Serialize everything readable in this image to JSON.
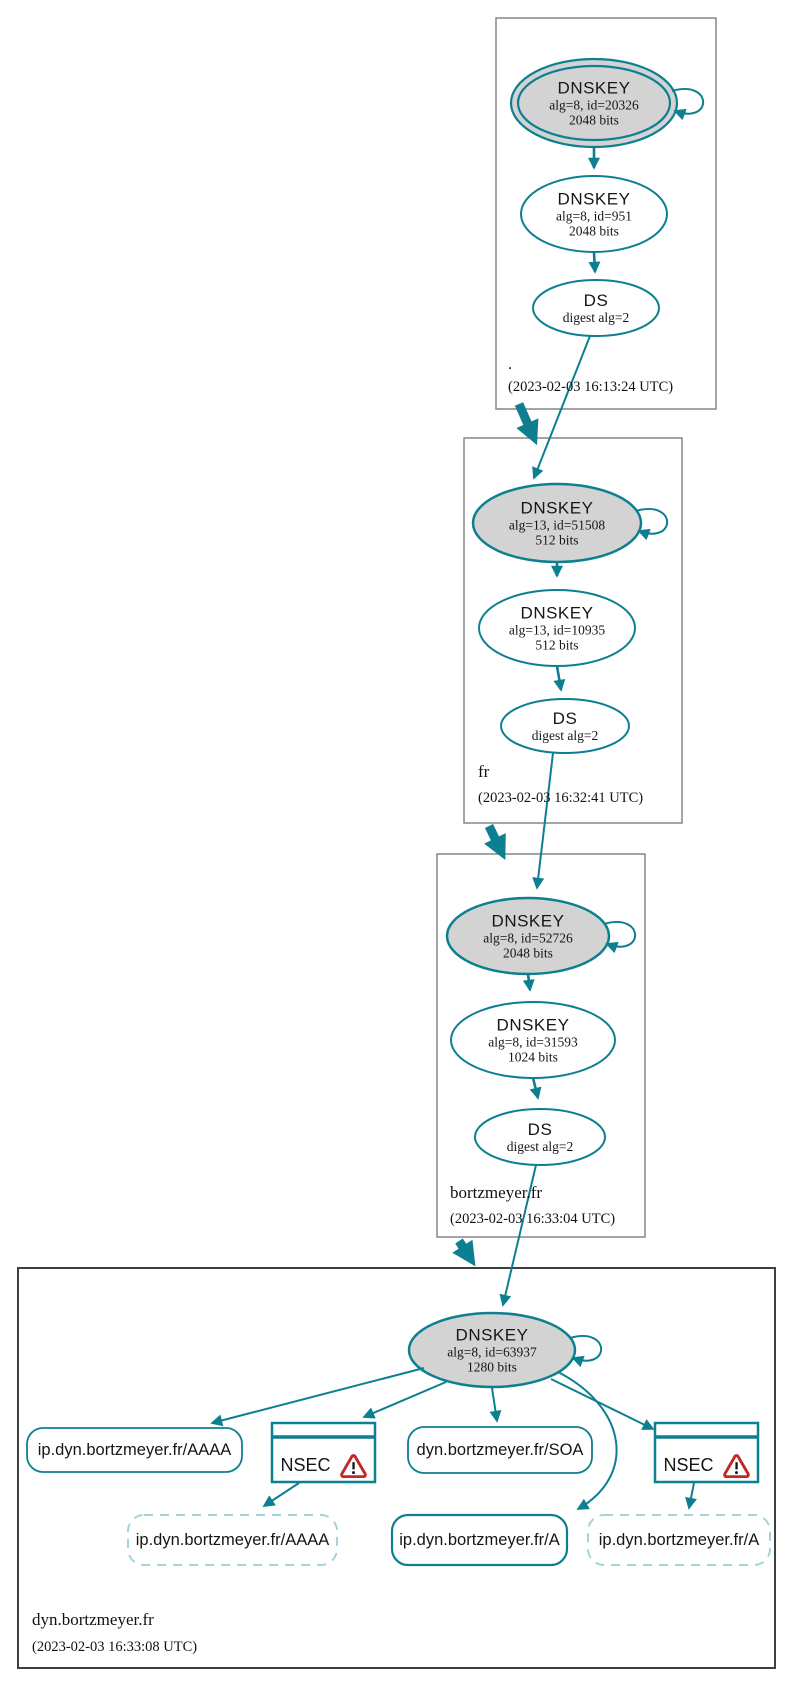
{
  "colors": {
    "edge_teal": "#0d7f90",
    "ksk_fill": "#d3d3d3",
    "warning_red": "#c32728",
    "dashed_border": "#a5d3dc"
  },
  "zones": [
    {
      "label": ".",
      "timestamp": "(2023-02-03 16:13:24 UTC)",
      "ksk": {
        "title": "DNSKEY",
        "detail": "alg=8, id=20326",
        "bits": "2048 bits"
      },
      "zsk": {
        "title": "DNSKEY",
        "detail": "alg=8, id=951",
        "bits": "2048 bits"
      },
      "ds": {
        "title": "DS",
        "detail": "digest alg=2"
      }
    },
    {
      "label": "fr",
      "timestamp": "(2023-02-03 16:32:41 UTC)",
      "ksk": {
        "title": "DNSKEY",
        "detail": "alg=13, id=51508",
        "bits": "512 bits"
      },
      "zsk": {
        "title": "DNSKEY",
        "detail": "alg=13, id=10935",
        "bits": "512 bits"
      },
      "ds": {
        "title": "DS",
        "detail": "digest alg=2"
      }
    },
    {
      "label": "bortzmeyer.fr",
      "timestamp": "(2023-02-03 16:33:04 UTC)",
      "ksk": {
        "title": "DNSKEY",
        "detail": "alg=8, id=52726",
        "bits": "2048 bits"
      },
      "zsk": {
        "title": "DNSKEY",
        "detail": "alg=8, id=31593",
        "bits": "1024 bits"
      },
      "ds": {
        "title": "DS",
        "detail": "digest alg=2"
      }
    },
    {
      "label": "dyn.bortzmeyer.fr",
      "timestamp": "(2023-02-03 16:33:08 UTC)",
      "dnskey": {
        "title": "DNSKEY",
        "detail": "alg=8, id=63937",
        "bits": "1280 bits"
      },
      "rrset_aaaa": "ip.dyn.bortzmeyer.fr/AAAA",
      "nsec_left": "NSEC",
      "rrset_soa": "dyn.bortzmeyer.fr/SOA",
      "nsec_right": "NSEC",
      "rrset_aaaa_neg": "ip.dyn.bortzmeyer.fr/AAAA",
      "rrset_a": "ip.dyn.bortzmeyer.fr/A",
      "rrset_a_neg": "ip.dyn.bortzmeyer.fr/A"
    }
  ]
}
